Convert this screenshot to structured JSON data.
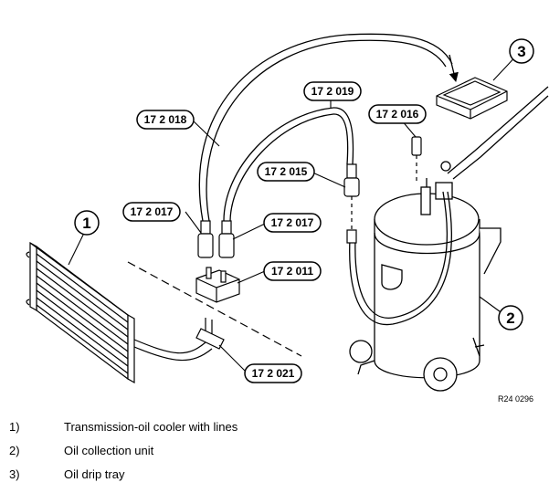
{
  "callouts": {
    "c172018": "17 2 018",
    "c172019": "17 2 019",
    "c172016": "17 2 016",
    "c172015": "17 2 015",
    "c172017a": "17 2 017",
    "c172017b": "17 2 017",
    "c172011": "17 2 011",
    "c172021": "17 2 021"
  },
  "item_numbers": {
    "n1": "1",
    "n2": "2",
    "n3": "3"
  },
  "reference": "R24 0296",
  "legend": [
    {
      "num": "1)",
      "text": "Transmission-oil cooler with lines"
    },
    {
      "num": "2)",
      "text": "Oil collection unit"
    },
    {
      "num": "3)",
      "text": "Oil drip tray"
    }
  ]
}
